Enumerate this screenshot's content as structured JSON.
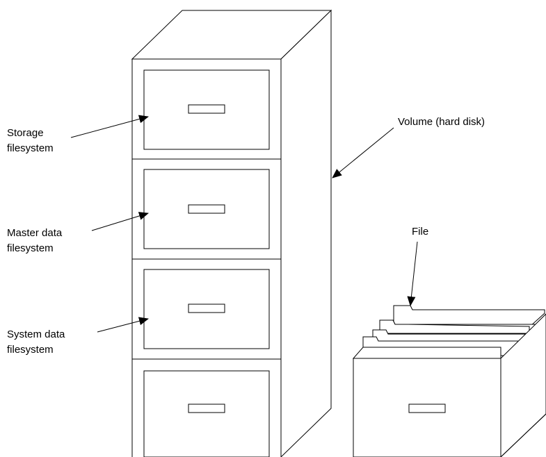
{
  "labels": {
    "storage": [
      "Storage",
      "filesystem"
    ],
    "master": [
      "Master data",
      "filesystem"
    ],
    "system": [
      "System data",
      "filesystem"
    ],
    "volume": "Volume (hard disk)",
    "file": "File"
  },
  "colors": {
    "stroke": "#000000",
    "background": "#ffffff"
  }
}
